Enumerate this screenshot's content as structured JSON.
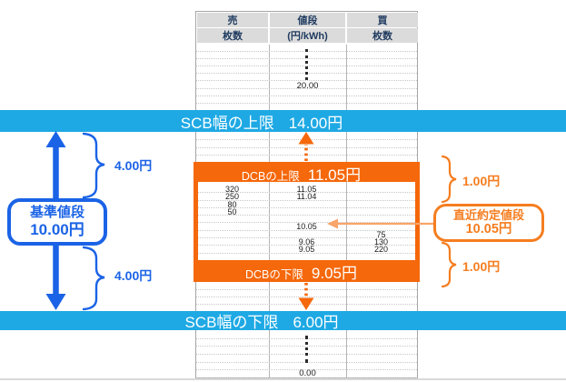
{
  "colors": {
    "cyan_band": "#1ea9e4",
    "deep_blue": "#1b63e6",
    "orange_band": "#f5680b",
    "orange_accent": "#f57d1f",
    "orange_light": "#f9a469"
  },
  "table": {
    "header": {
      "sell_title": "売",
      "sell_sub": "枚数",
      "price_title": "値段",
      "price_sub": "(円/kWh)",
      "buy_title": "買",
      "buy_sub": "枚数"
    },
    "upper_price": "20.00",
    "lower_price": "0.00",
    "dcb_rows": [
      {
        "sell": "320",
        "price": "11.05",
        "buy": ""
      },
      {
        "sell": "250",
        "price": "11.04",
        "buy": ""
      },
      {
        "sell": "80",
        "price": "",
        "buy": ""
      },
      {
        "sell": "50",
        "price": "",
        "buy": ""
      },
      {
        "sell": "",
        "price": "",
        "buy": ""
      },
      {
        "sell": "",
        "price": "10.05",
        "buy": ""
      },
      {
        "sell": "",
        "price": "",
        "buy": "75"
      },
      {
        "sell": "",
        "price": "9.06",
        "buy": "130"
      },
      {
        "sell": "",
        "price": "9.05",
        "buy": "220"
      },
      {
        "sell": "",
        "price": "",
        "buy": ""
      }
    ]
  },
  "scb_upper": {
    "label": "SCB幅の上限",
    "value": "14.00円"
  },
  "dcb_upper": {
    "label": "DCBの上限",
    "value": "11.05円"
  },
  "dcb_lower": {
    "label": "DCBの下限",
    "value": "9.05円"
  },
  "scb_lower": {
    "label": "SCB幅の下限",
    "value": "6.00円"
  },
  "base_price": {
    "label": "基準値段",
    "value": "10.00円"
  },
  "latest_price": {
    "label": "直近約定値段",
    "value": "10.05円"
  },
  "gaps": {
    "left_top": "4.00円",
    "left_bottom": "4.00円",
    "right_top": "1.00円",
    "right_bottom": "1.00円"
  }
}
